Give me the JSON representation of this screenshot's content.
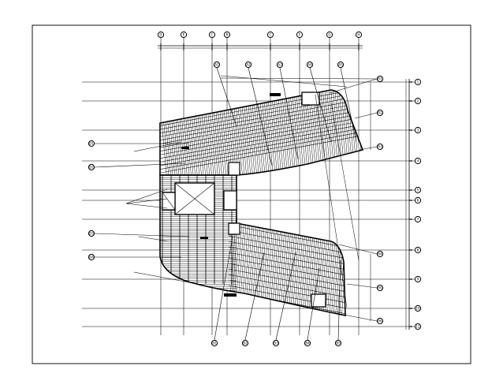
{
  "drawing": {
    "type": "architectural floor plan",
    "colors": {
      "ink": "#000000",
      "paper": "#ffffff",
      "frame": "#111111"
    },
    "column_grid_bubbles": [
      "D",
      "E",
      "C",
      "B",
      "C",
      "F",
      "G",
      "H"
    ],
    "right_grid_bubbles": [
      "1",
      "2",
      "3",
      "4",
      "5",
      "6",
      "7",
      "8",
      "9",
      "10",
      "11"
    ],
    "left_grid_bubbles": [
      "D1",
      "D2",
      "D3",
      "D4"
    ],
    "upper_wing_bubbles": [
      "A1",
      "A2",
      "A3",
      "A4",
      "A5"
    ],
    "right_diagonal_bubbles": [
      "R1",
      "R2",
      "R3",
      "R4",
      "R5",
      "R6"
    ],
    "bottom_bubbles": [
      "B1",
      "B2",
      "B3",
      "B4",
      "B5"
    ]
  }
}
